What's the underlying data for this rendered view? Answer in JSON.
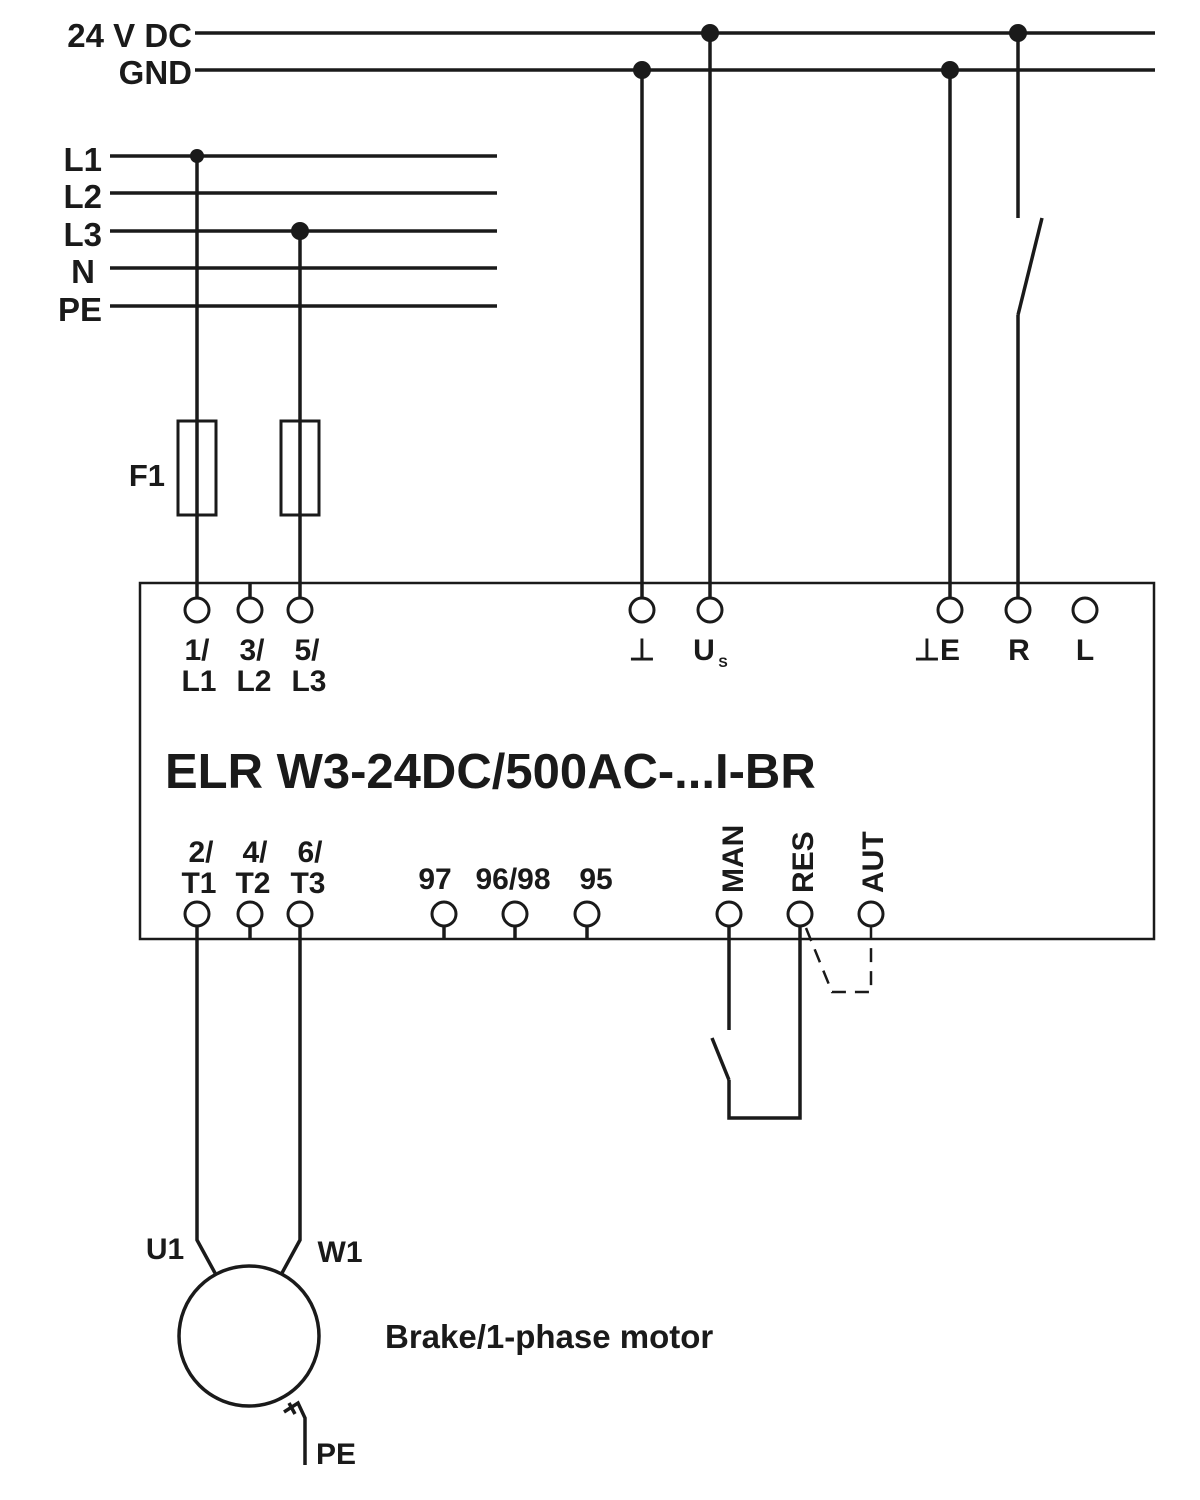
{
  "supply": {
    "v24": "24 V DC",
    "gnd": "GND"
  },
  "mains": {
    "l1": "L1",
    "l2": "L2",
    "l3": "L3",
    "n": "N",
    "pe": "PE"
  },
  "fuse": {
    "label": "F1"
  },
  "device": {
    "name": "ELR W3-24DC/500AC-...I-BR",
    "top_terminals": {
      "t1_a": "1/",
      "t1_b": "L1",
      "t3_a": "3/",
      "t3_b": "L2",
      "t5_a": "5/",
      "t5_b": "L3",
      "gnd": "⊥",
      "us_main": "U",
      "us_sub": "S",
      "gnd_e": "⊥E",
      "r": "R",
      "l": "L"
    },
    "bottom_terminals": {
      "t2_a": "2/",
      "t2_b": "T1",
      "t4_a": "4/",
      "t4_b": "T2",
      "t6_a": "6/",
      "t6_b": "T3",
      "c97": "97",
      "c9698": "96/98",
      "c95": "95",
      "man": "MAN",
      "res": "RES",
      "aut": "AUT"
    }
  },
  "motor": {
    "u1": "U1",
    "w1": "W1",
    "pe": "PE",
    "caption": "Brake/1-phase motor"
  }
}
